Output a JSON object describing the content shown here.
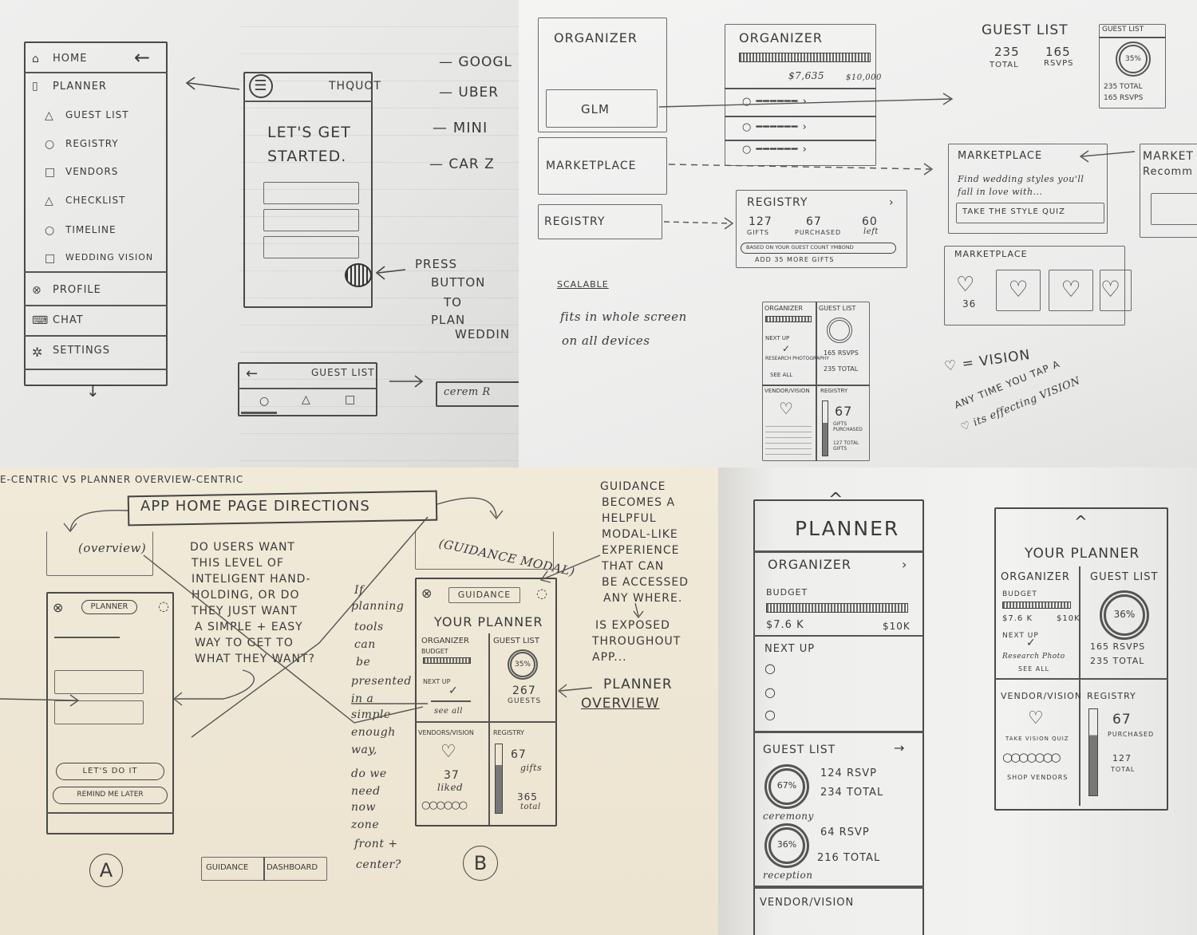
{
  "sketch_menu": {
    "items": [
      {
        "icon": "home-icon",
        "label": "HOME"
      },
      {
        "icon": "planner-icon",
        "label": "PLANNER"
      },
      {
        "icon": "triangle-icon",
        "label": "GUEST LIST"
      },
      {
        "icon": "circle-icon",
        "label": "REGISTRY"
      },
      {
        "icon": "square-icon",
        "label": "VENDORS"
      },
      {
        "icon": "triangle-icon",
        "label": "CHECKLIST"
      },
      {
        "icon": "circle-icon",
        "label": "TIMELINE"
      },
      {
        "icon": "square-icon",
        "label": "WEDDING VISION"
      },
      {
        "icon": "profile-icon",
        "label": "PROFILE"
      },
      {
        "icon": "chat-icon",
        "label": "CHAT"
      },
      {
        "icon": "gear-icon",
        "label": "SETTINGS"
      }
    ]
  },
  "sketch_start": {
    "brand": "THQUOT",
    "heading_line1": "LET'S GET",
    "heading_line2": "STARTED.",
    "press_note": [
      "PRESS",
      "BUTTON",
      "TO",
      "PLAN",
      "WEDDIN"
    ],
    "list_notes": [
      "— GOOGL",
      "— UBER",
      "— MINI",
      "— CAR Z"
    ],
    "guest_bar_title": "GUEST LIST",
    "partial_tab": "cerem   R"
  },
  "sketch_organizer": {
    "nav": [
      "ORGANIZER",
      "GLM",
      "MARKETPLACE",
      "REGISTRY"
    ],
    "organizer_title": "ORGANIZER",
    "budget_spent": "$7,635",
    "budget_total": "$10,000",
    "guest_list": {
      "title": "GUEST LIST",
      "total": "235",
      "total_label": "TOTAL",
      "rsvps": "165",
      "rsvps_label": "RSVPS"
    },
    "guest_card": {
      "title": "GUEST LIST",
      "percent": "35%",
      "line1": "235 TOTAL",
      "line2": "165 RSVPS"
    },
    "registry": {
      "title": "REGISTRY",
      "gifts": "127",
      "gifts_label": "GIFTS",
      "purchased": "67",
      "purchased_label": "PURCHASED",
      "left": "60",
      "left_label": "left",
      "note": "BASED ON YOUR GUEST COUNT YMBOND",
      "add": "ADD 35 MORE GIFTS"
    },
    "marketplace1": {
      "title": "MARKETPLACE",
      "line1": "Find wedding styles you'll",
      "line2": "fall in love with...",
      "cta": "TAKE THE STYLE QUIZ"
    },
    "marketplace2": {
      "title": "MARKETPLACE",
      "liked": "36"
    },
    "market_cut": {
      "title": "MARKET",
      "sub": "Recomm"
    },
    "scalable": "SCALABLE",
    "scalable_note1": "fits in whole screen",
    "scalable_note2": "on all devices",
    "vision_key": "♡ = VISION",
    "vision_note1": "ANY TIME YOU TAP A",
    "vision_note2": "♡ its effecting VISION",
    "mini": {
      "organizer": "ORGANIZER",
      "guest": "GUEST LIST",
      "next": "NEXT UP",
      "research": "RESEARCH PHOTOGRAPHY",
      "see": "SEE ALL",
      "rsvps": "165 RSVPS",
      "total": "235 TOTAL",
      "vendor": "VENDOR/VISION",
      "registry": "REGISTRY",
      "gifts": "67",
      "gifts_label": "GIFTS PURCHASED",
      "total2": "127 TOTAL GIFTS"
    }
  },
  "sketch_directions": {
    "header_partial": "E-CENTRIC   VS   PLANNER OVERVIEW-CENTRIC",
    "title": "APP HOME PAGE DIRECTIONS",
    "overview_label": "(overview)",
    "guidance_label": "(GUIDANCE MODAL)",
    "question": [
      "DO USERS WANT",
      "THIS LEVEL OF",
      "INTELIGENT HAND-",
      "HOLDING, OR DO",
      "THEY JUST WANT",
      "A SIMPLE + EASY",
      "WAY TO GET TO",
      "WHAT THEY WANT?"
    ],
    "margin_note": [
      "If",
      "planning",
      "tools",
      "can",
      "be",
      "presented",
      "in a",
      "simple",
      "enough",
      "way,",
      "do we",
      "need",
      "now",
      "zone",
      "front +",
      "center?"
    ],
    "guidance_note": [
      "GUIDANCE",
      "BECOMES A",
      "HELPFUL",
      "MODAL-LIKE",
      "EXPERIENCE",
      "THAT CAN",
      "BE ACCESSED",
      "ANY WHERE."
    ],
    "exposed_note": [
      "IS EXPOSED",
      "THROUGHOUT",
      "APP..."
    ],
    "overview_note": [
      "PLANNER",
      "OVERVIEW"
    ],
    "phone_a": {
      "pill": "PLANNER",
      "btn1": "LET'S DO IT",
      "btn2": "REMIND ME LATER",
      "label": "A"
    },
    "phone_b": {
      "pill": "GUIDANCE",
      "title": "YOUR PLANNER",
      "organizer": "ORGANIZER",
      "budget": "BUDGET",
      "guest": "GUEST LIST",
      "percent": "35%",
      "guests": "267",
      "guests_label": "GUESTS",
      "next": "NEXT UP",
      "see": "see all",
      "vendors": "VENDORS/VISION",
      "registry": "REGISTRY",
      "liked": "37",
      "liked_label": "liked",
      "gifts": "67",
      "gifts_label": "gifts",
      "total": "365",
      "total_label": "total",
      "label": "B"
    },
    "tabs": [
      "GUIDANCE",
      "DASHBOARD"
    ]
  },
  "sketch_planner": {
    "title": "PLANNER",
    "organizer": "ORGANIZER",
    "budget": "BUDGET",
    "budget_spent": "$7.6 k",
    "budget_total": "$10k",
    "next_up": "NEXT UP",
    "guest_list": "GUEST LIST",
    "ceremony_pct": "67%",
    "ceremony": "ceremony",
    "ceremony_rsvp": "124 RSVP",
    "ceremony_total": "234 TOTAL",
    "reception_pct": "36%",
    "reception": "reception",
    "reception_rsvp": "64 RSVP",
    "reception_total": "216 TOTAL",
    "vendor_vision": "VENDOR/VISION"
  },
  "sketch_your_planner": {
    "title": "YOUR PLANNER",
    "organizer": "ORGANIZER",
    "guest_list": "GUEST LIST",
    "budget": "BUDGET",
    "budget_spent": "$7.6 k",
    "budget_total": "$10k",
    "percent": "36%",
    "rsvps": "165 RSVPS",
    "total": "235 TOTAL",
    "next_up": "NEXT UP",
    "research": "Research Photo",
    "see_all": "SEE ALL",
    "vendor_vision": "VENDOR/VISION",
    "registry": "REGISTRY",
    "take_quiz": "TAKE VISION QUIZ",
    "shop": "SHOP VENDORS",
    "purchased_num": "67",
    "purchased": "PURCHASED",
    "total_num": "127",
    "total_label": "TOTAL"
  }
}
